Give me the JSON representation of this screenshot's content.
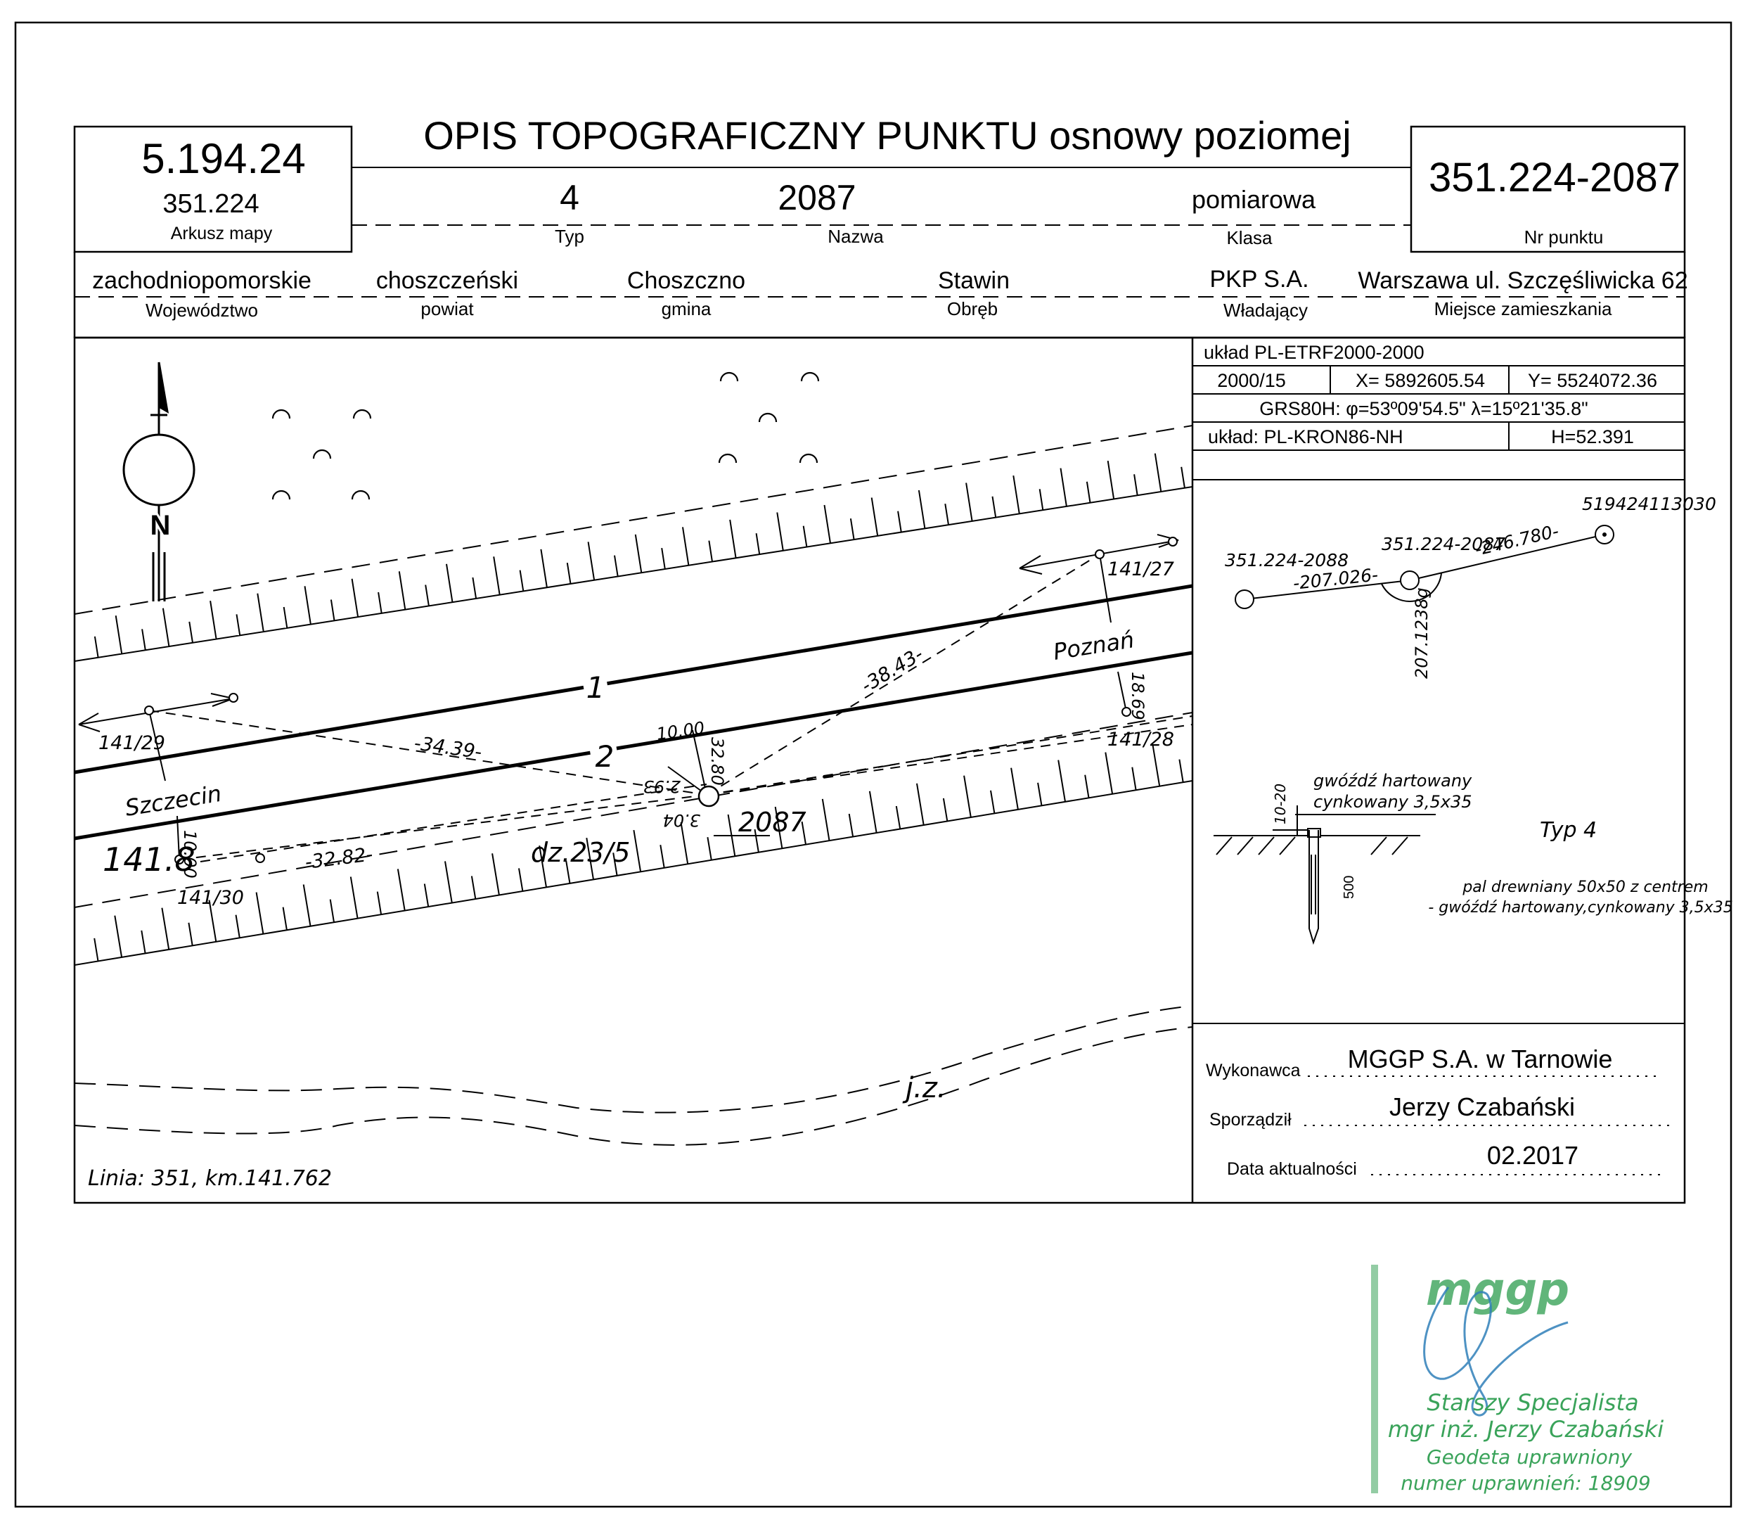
{
  "header": {
    "title": "OPIS TOPOGRAFICZNY PUNKTU osnowy poziomej",
    "sheet_number": "5.194.24",
    "map_sheet_value": "351.224",
    "map_sheet_label": "Arkusz mapy",
    "type_value": "4",
    "type_label": "Typ",
    "name_value": "2087",
    "name_label": "Nazwa",
    "class_value": "pomiarowa",
    "class_label": "Klasa",
    "point_number_value": "351.224-2087",
    "point_number_label": "Nr punktu"
  },
  "location": {
    "voivodeship_value": "zachodniopomorskie",
    "voivodeship_label": "Województwo",
    "county_value": "choszczeński",
    "county_label": "powiat",
    "commune_value": "Choszczno",
    "commune_label": "gmina",
    "precinct_value": "Stawin",
    "precinct_label": "Obręb",
    "owner_value": "PKP S.A.",
    "owner_label": "Władający",
    "address_value": "Warszawa ul. Szczęśliwicka 62",
    "address_label": "Miejsce zamieszkania"
  },
  "coordinates": {
    "system": "układ PL-ETRF2000-2000",
    "zone": "2000/15",
    "x": "X= 5892605.54",
    "y": "Y= 5524072.36",
    "grs": "GRS80H: φ=53º09'54.5\" λ=15º21'35.8\"",
    "height_system": "układ: PL-KRON86-NH",
    "height": "H=52.391"
  },
  "sketch": {
    "north_label": "N",
    "track_1": "1",
    "track_2": "2",
    "point_label": "2087",
    "parcel": "dz.23/5",
    "ditch": "j.z.",
    "city_left": "Szczecin",
    "city_right": "Poznań",
    "km_marker": "141.8",
    "line_info": "Linia: 351, km.141.762",
    "m_14129": "141/29",
    "m_14130": "141/30",
    "m_14127": "141/27",
    "m_14128": "141/28",
    "d_3439": "-34.39-",
    "d_3843": "-38.43-",
    "d_3282": "-32.82-",
    "o_1000a": "10.00",
    "o_1000b": "10.00",
    "o_3280": "32.80",
    "o_293": "2.93",
    "o_304": "3.04",
    "o_1869": "18.69"
  },
  "network": {
    "p_left": "351.224-2088",
    "p_center": "351.224-2087",
    "p_right": "519424113030",
    "d_left": "-207.026-",
    "d_right": "-246.780-",
    "angle": "207.1238g"
  },
  "monument": {
    "nail_1": "gwóźdź hartowany",
    "nail_2": "cynkowany 3,5x35",
    "depth": "10-20",
    "length": "500",
    "type": "Typ 4",
    "desc_1": "pal drewniany 50x50 z centrem",
    "desc_2": "- gwóźdź hartowany,cynkowany 3,5x35"
  },
  "footer": {
    "contractor_label": "Wykonawca",
    "contractor_value": "MGGP S.A.  w Tarnowie",
    "author_label": "Sporządził",
    "author_value": "Jerzy Czabański",
    "date_label": "Data aktualności",
    "date_value": "02.2017"
  },
  "stamp": {
    "logo": "mggp",
    "line_1": "Starszy Specjalista",
    "line_2": "mgr inż. Jerzy Czabański",
    "line_3": "Geodeta uprawniony",
    "line_4": "numer uprawnień: 18909",
    "color": "#3aa35a"
  }
}
